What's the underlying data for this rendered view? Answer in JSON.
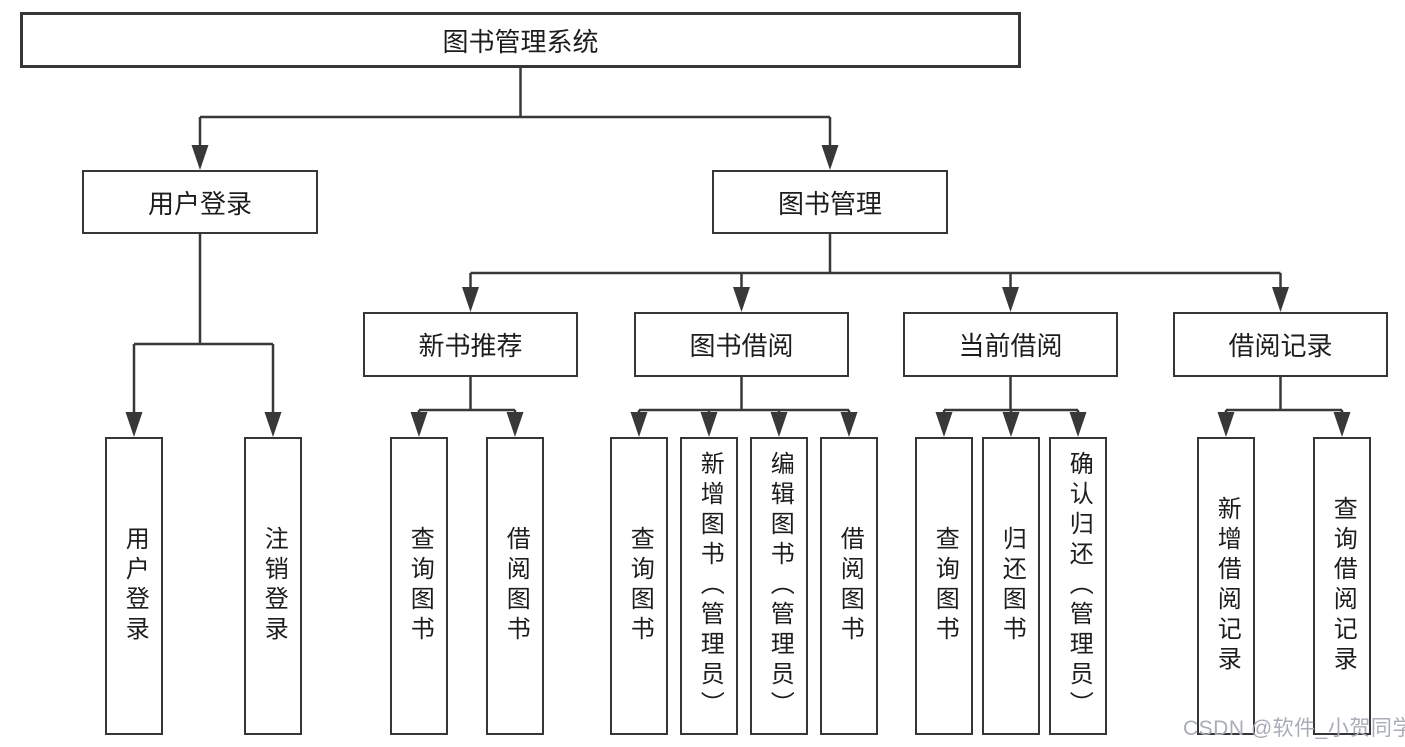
{
  "diagram_title": "图书管理系统",
  "nodes": {
    "root": {
      "label": "图书管理系统"
    },
    "userLogin": {
      "label": "用户登录"
    },
    "bookMgmt": {
      "label": "图书管理"
    },
    "newBooks": {
      "label": "新书推荐"
    },
    "bookBorrow": {
      "label": "图书借阅"
    },
    "currentBorrow": {
      "label": "当前借阅"
    },
    "borrowRecords": {
      "label": "借阅记录"
    },
    "leafUserLogin": {
      "label": "用户登录"
    },
    "leafLogout": {
      "label": "注销登录"
    },
    "leafQueryBooks1": {
      "label": "查询图书"
    },
    "leafBorrowBooks1": {
      "label": "借阅图书"
    },
    "leafQueryBooks2": {
      "label": "查询图书"
    },
    "leafAddBookAdmin": {
      "label": "新增图书（管理员）"
    },
    "leafEditBookAdmin": {
      "label": "编辑图书（管理员）"
    },
    "leafBorrowBooks2": {
      "label": "借阅图书"
    },
    "leafQueryBooks3": {
      "label": "查询图书"
    },
    "leafReturnBook": {
      "label": "归还图书"
    },
    "leafConfirmReturn": {
      "label": "确认归还（管理员）"
    },
    "leafAddRecord": {
      "label": "新增借阅记录"
    },
    "leafQueryRecord": {
      "label": "查询借阅记录"
    }
  },
  "edges": [
    [
      "root",
      "userLogin"
    ],
    [
      "root",
      "bookMgmt"
    ],
    [
      "userLogin",
      "leafUserLogin"
    ],
    [
      "userLogin",
      "leafLogout"
    ],
    [
      "bookMgmt",
      "newBooks"
    ],
    [
      "bookMgmt",
      "bookBorrow"
    ],
    [
      "bookMgmt",
      "currentBorrow"
    ],
    [
      "bookMgmt",
      "borrowRecords"
    ],
    [
      "newBooks",
      "leafQueryBooks1"
    ],
    [
      "newBooks",
      "leafBorrowBooks1"
    ],
    [
      "bookBorrow",
      "leafQueryBooks2"
    ],
    [
      "bookBorrow",
      "leafAddBookAdmin"
    ],
    [
      "bookBorrow",
      "leafEditBookAdmin"
    ],
    [
      "bookBorrow",
      "leafBorrowBooks2"
    ],
    [
      "currentBorrow",
      "leafQueryBooks3"
    ],
    [
      "currentBorrow",
      "leafReturnBook"
    ],
    [
      "currentBorrow",
      "leafConfirmReturn"
    ],
    [
      "borrowRecords",
      "leafAddRecord"
    ],
    [
      "borrowRecords",
      "leafQueryRecord"
    ]
  ],
  "watermark": {
    "text": "CSDN @软件_小贺同学"
  },
  "colors": {
    "line": "#383838",
    "border": "#363636",
    "text": "#1d1d1f",
    "watermark": "#a9adb8",
    "background": "#ffffff"
  }
}
